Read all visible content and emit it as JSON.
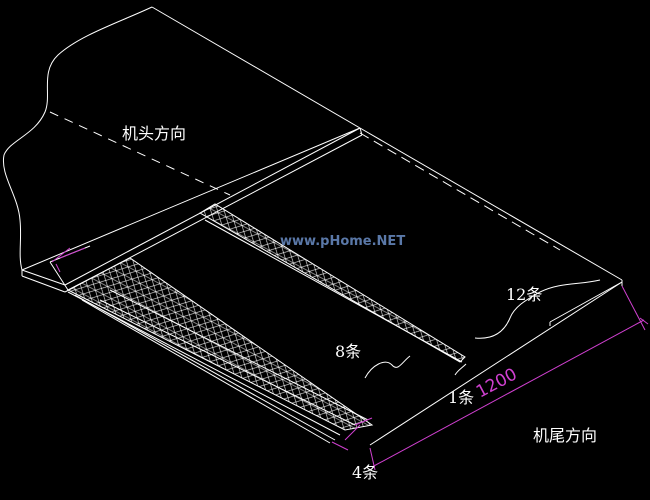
{
  "labels": {
    "head_direction": "机头方向",
    "tail_direction": "机尾方向",
    "count_12": "12条",
    "count_8": "8条",
    "count_1": "1条",
    "count_4": "4条",
    "dimension": "1200"
  },
  "watermark": "www.pHome.NET",
  "colors": {
    "background": "#000000",
    "lines": "#ffffff",
    "dimension": "#d040d0",
    "watermark": "#5a78a8"
  }
}
